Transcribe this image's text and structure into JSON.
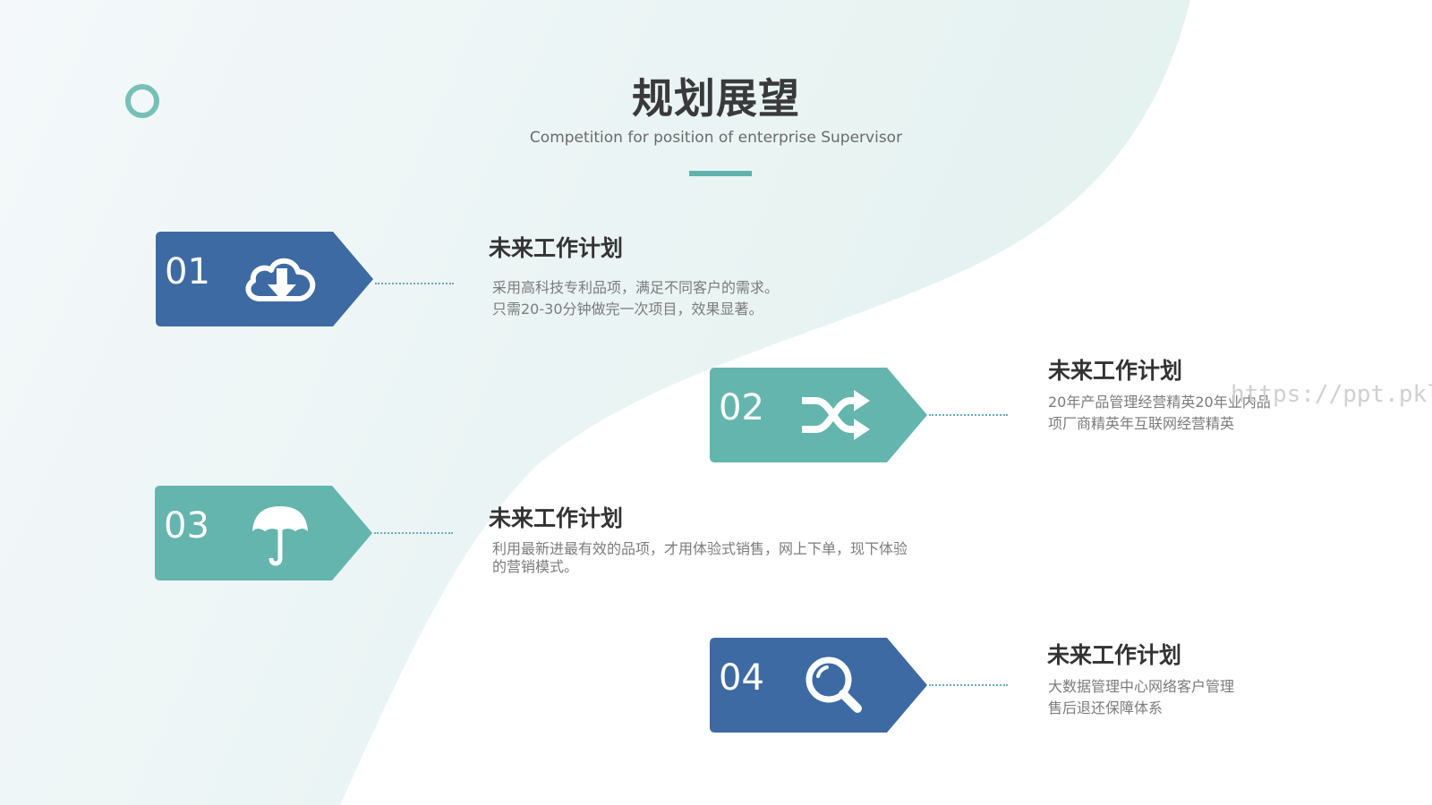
{
  "header": {
    "title": "规划展望",
    "subtitle": "Competition for position of enterprise Supervisor"
  },
  "colors": {
    "blue": "#3d6aa3",
    "teal": "#63b5ad",
    "accent": "#5fb3ac",
    "ring": "#76c1b7"
  },
  "items": [
    {
      "number": "01",
      "icon": "cloud-download-icon",
      "color": "blue",
      "title": "未来工作计划",
      "lines": [
        "采用高科技专利品项，满足不同客户的需求。",
        "只需20-30分钟做完一次项目，效果显著。"
      ]
    },
    {
      "number": "02",
      "icon": "shuffle-icon",
      "color": "teal",
      "title": "未来工作计划",
      "lines": [
        "20年产品管理经营精英20年业内品",
        "项厂商精英年互联网经营精英"
      ]
    },
    {
      "number": "03",
      "icon": "umbrella-icon",
      "color": "teal",
      "title": "未来工作计划",
      "lines": [
        "利用最新进最有效的品项，才用体验式销售，网上下单，现下体验",
        "的营销模式。"
      ]
    },
    {
      "number": "04",
      "icon": "search-icon",
      "color": "blue",
      "title": "未来工作计划",
      "lines": [
        "大数据管理中心网络客户管理",
        "售后退还保障体系"
      ]
    }
  ],
  "watermark": "https://ppt.pkll.de"
}
